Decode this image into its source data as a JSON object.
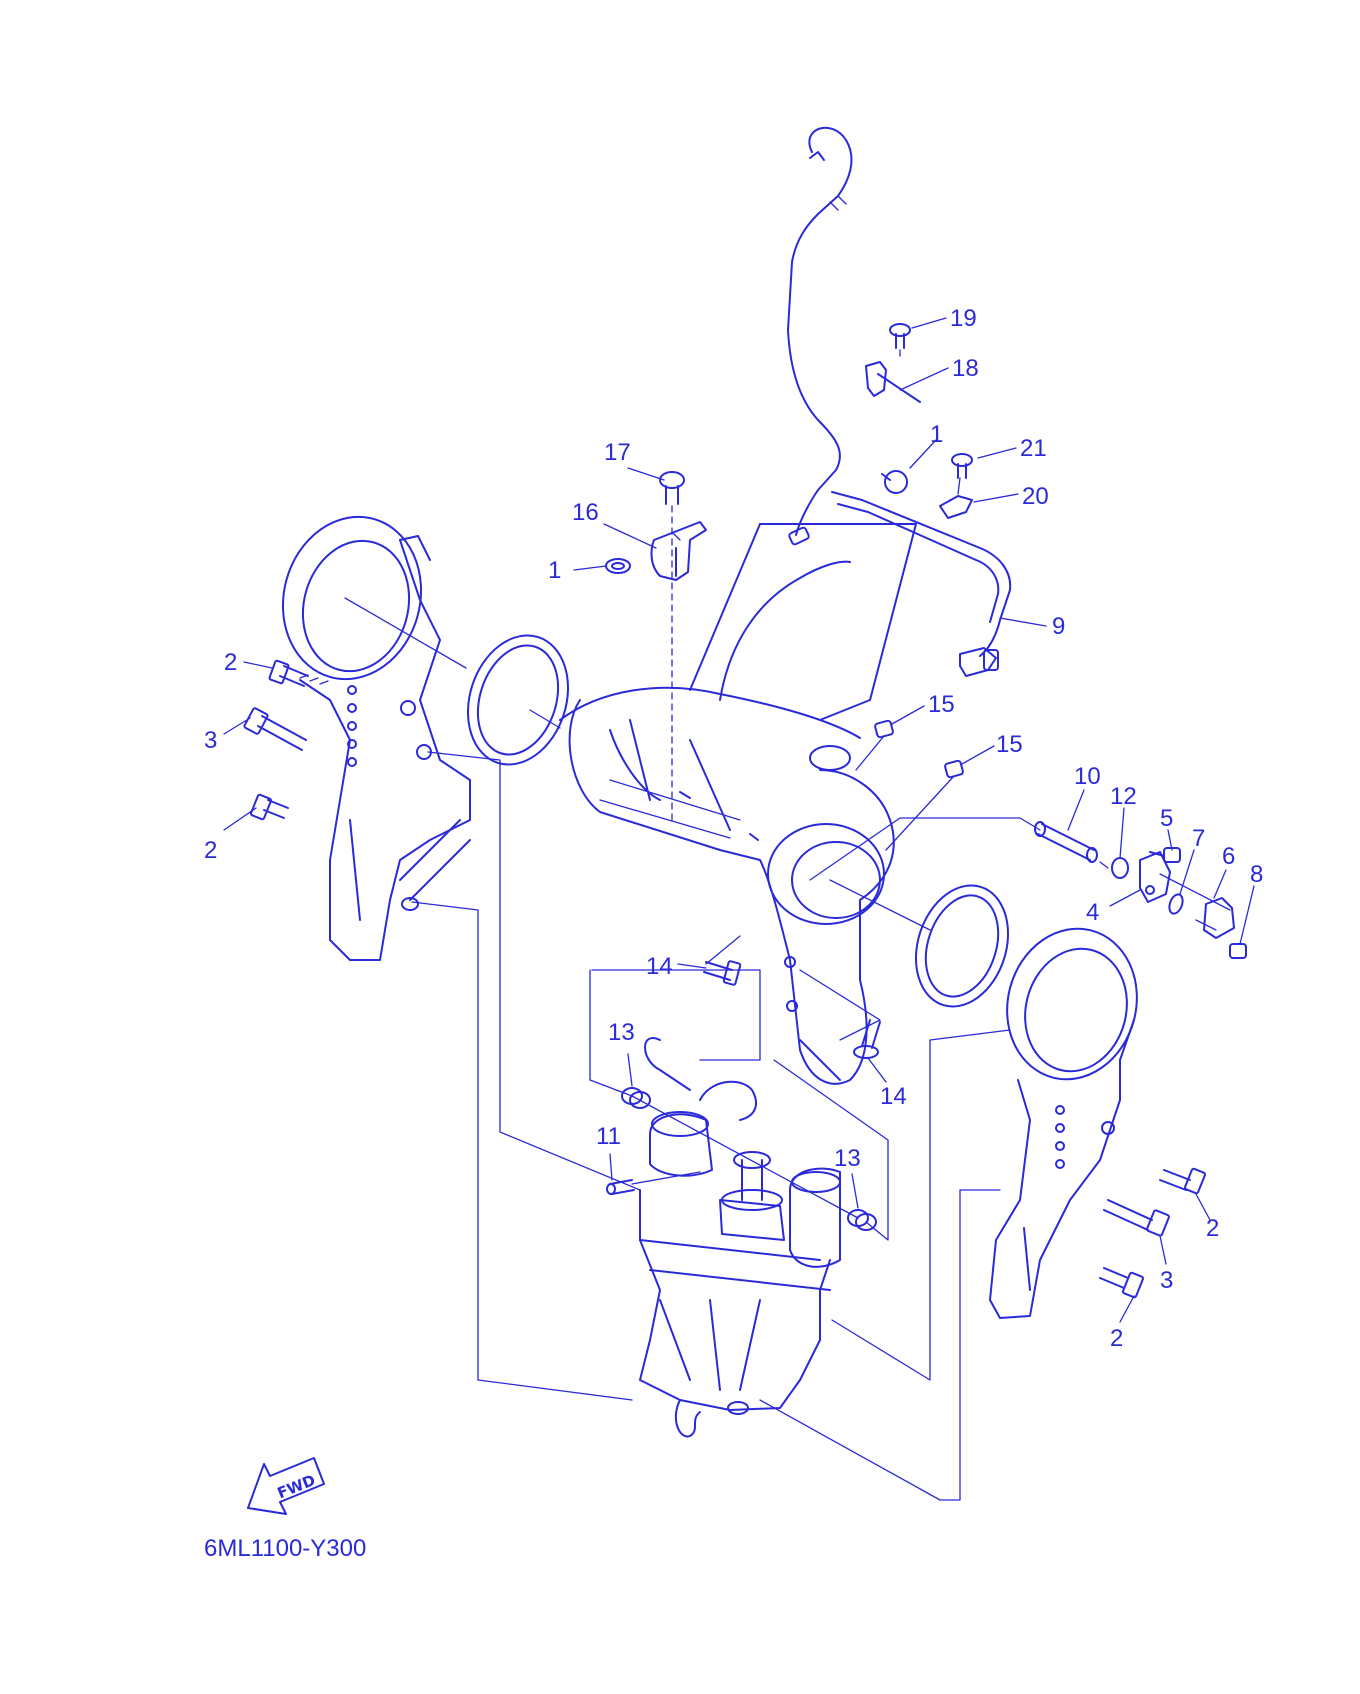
{
  "diagram": {
    "code": "6ML1100-Y300",
    "fwd_label": "FWD",
    "ink_color": "#2a2ad8",
    "callouts": [
      {
        "id": "c19",
        "text": "19"
      },
      {
        "id": "c18",
        "text": "18"
      },
      {
        "id": "c1a",
        "text": "1"
      },
      {
        "id": "c21",
        "text": "21"
      },
      {
        "id": "c20",
        "text": "20"
      },
      {
        "id": "c17",
        "text": "17"
      },
      {
        "id": "c16",
        "text": "16"
      },
      {
        "id": "c1b",
        "text": "1"
      },
      {
        "id": "c9",
        "text": "9"
      },
      {
        "id": "c2a",
        "text": "2"
      },
      {
        "id": "c3a",
        "text": "3"
      },
      {
        "id": "c2b",
        "text": "2"
      },
      {
        "id": "c15a",
        "text": "15"
      },
      {
        "id": "c15b",
        "text": "15"
      },
      {
        "id": "c10",
        "text": "10"
      },
      {
        "id": "c12",
        "text": "12"
      },
      {
        "id": "c5",
        "text": "5"
      },
      {
        "id": "c7",
        "text": "7"
      },
      {
        "id": "c6",
        "text": "6"
      },
      {
        "id": "c8",
        "text": "8"
      },
      {
        "id": "c4",
        "text": "4"
      },
      {
        "id": "c14a",
        "text": "14"
      },
      {
        "id": "c14b",
        "text": "14"
      },
      {
        "id": "c13a",
        "text": "13"
      },
      {
        "id": "c11",
        "text": "11"
      },
      {
        "id": "c13b",
        "text": "13"
      },
      {
        "id": "c2c",
        "text": "2"
      },
      {
        "id": "c3b",
        "text": "3"
      },
      {
        "id": "c2d",
        "text": "2"
      }
    ]
  }
}
